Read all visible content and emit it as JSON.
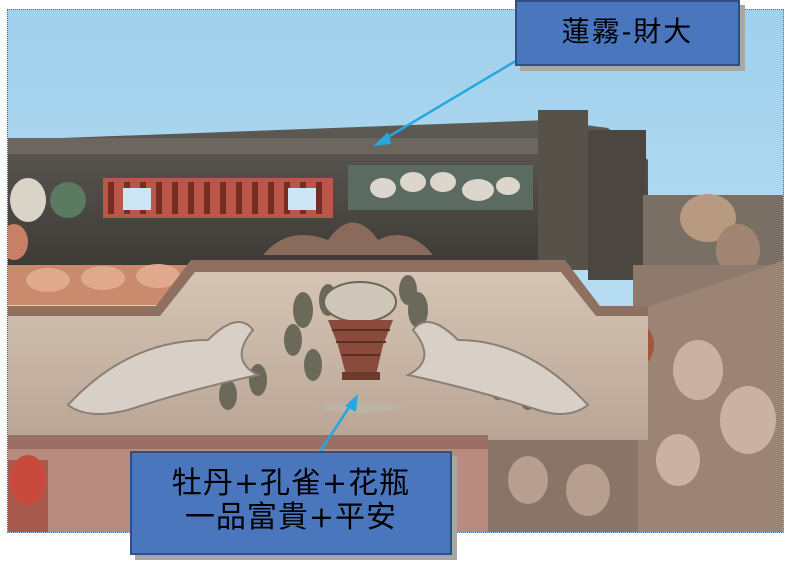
{
  "callouts": {
    "top": {
      "text": "蓮霧-財大"
    },
    "bottom": {
      "line1": "牡丹+孔雀+花瓶",
      "line2": "一品富貴+平安"
    }
  },
  "colors": {
    "sky": "#a9d7ef",
    "callout_fill": "#4a76bd",
    "callout_border": "#2f4f86",
    "arrow": "#27a6e0",
    "stone": "#c7b5a6",
    "roof_tile": "#c98a6e"
  }
}
